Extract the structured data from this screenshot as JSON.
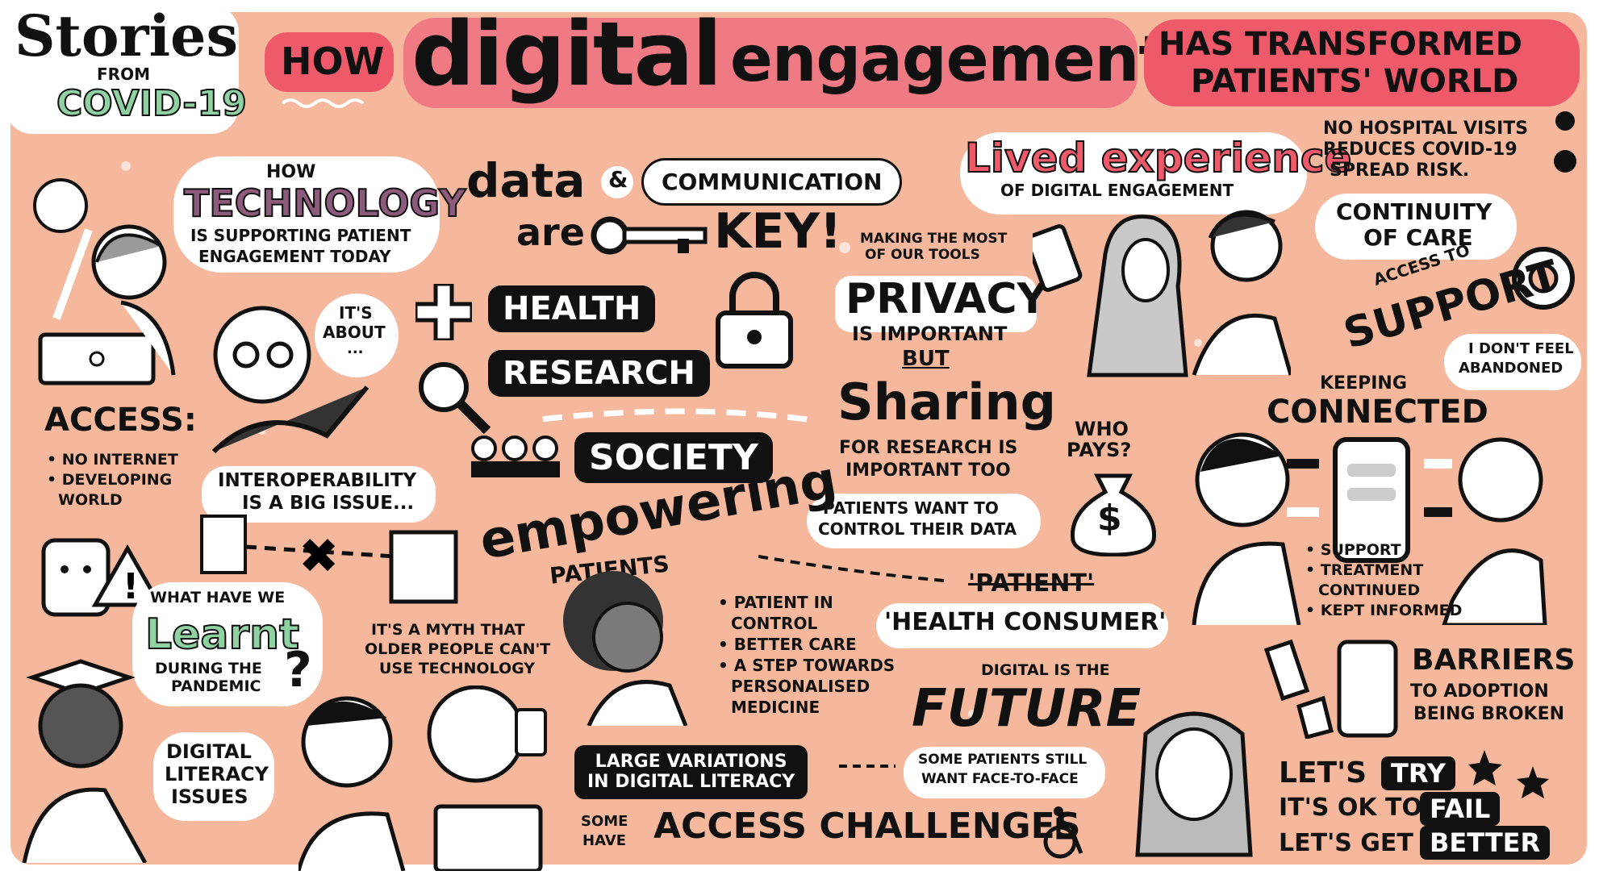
{
  "header": {
    "stories": "Stories",
    "from": "FROM",
    "covid": "COVID-19",
    "how": "HOW",
    "digital": "digital",
    "engagement": "engagement",
    "transformed_1": "HAS TRANSFORMED",
    "transformed_2": "PATIENTS' WORLD"
  },
  "technology": {
    "how": "HOW",
    "word": "TECHNOLOGY",
    "line1": "IS SUPPORTING PATIENT",
    "line2": "ENGAGEMENT TODAY"
  },
  "its_about": {
    "line1": "IT'S",
    "line2": "ABOUT",
    "line3": "..."
  },
  "data_comm": {
    "data": "data",
    "amp": "&",
    "communication": "COMMUNICATION",
    "are": "are",
    "key": "KEY!"
  },
  "pillars": {
    "health": "HEALTH",
    "research": "RESEARCH",
    "society": "SOCIETY"
  },
  "access": {
    "title": "ACCESS:",
    "items": [
      "NO INTERNET",
      "DEVELOPING",
      "WORLD"
    ]
  },
  "interoperability": {
    "line1": "INTEROPERABILITY",
    "line2": "IS A BIG ISSUE..."
  },
  "privacy": {
    "privacy": "PRIVACY",
    "important": "IS IMPORTANT",
    "but": "BUT",
    "sharing": "Sharing",
    "research1": "FOR RESEARCH IS",
    "research2": "IMPORTANT TOO",
    "control1": "PATIENTS WANT TO",
    "control2": "CONTROL THEIR DATA"
  },
  "who_pays": {
    "line1": "WHO",
    "line2": "PAYS?",
    "symbol": "$"
  },
  "lived": {
    "title": "Lived experience",
    "sub": "OF DIGITAL ENGAGEMENT",
    "tools1": "MAKING THE MOST",
    "tools2": "OF OUR TOOLS"
  },
  "hospital": {
    "line1": "NO HOSPITAL VISITS",
    "line2": "REDUCES COVID-19",
    "line3": "SPREAD RISK."
  },
  "continuity": {
    "line1": "CONTINUITY",
    "line2": "OF CARE"
  },
  "support": {
    "access_to": "ACCESS TO",
    "word": "SUPPORT"
  },
  "abandoned": {
    "line1": "I DON'T FEEL",
    "line2": "ABANDONED"
  },
  "connected": {
    "keeping": "KEEPING",
    "word": "CONNECTED",
    "items": [
      "SUPPORT",
      "TREATMENT",
      "CONTINUED",
      "KEPT INFORMED"
    ]
  },
  "empowering": {
    "word": "empowering",
    "patients": "PATIENTS",
    "items": [
      "PATIENT IN",
      "CONTROL",
      "BETTER CARE",
      "A STEP TOWARDS",
      "PERSONALISED",
      "MEDICINE"
    ]
  },
  "consumer": {
    "patient": "'PATIENT'",
    "consumer": "'HEALTH CONSUMER'"
  },
  "learnt": {
    "what": "WHAT HAVE WE",
    "word": "Learnt",
    "during": "DURING THE",
    "pandemic": "PANDEMIC",
    "q": "?"
  },
  "myth": {
    "line1": "IT'S A MYTH THAT",
    "line2": "OLDER PEOPLE CAN'T",
    "line3": "USE TECHNOLOGY"
  },
  "literacy": {
    "line1": "DIGITAL",
    "line2": "LITERACY",
    "line3": "ISSUES"
  },
  "variations": {
    "line1": "LARGE VARIATIONS",
    "line2": "IN DIGITAL LITERACY"
  },
  "future": {
    "digital_is": "DIGITAL IS THE",
    "word": "FUTURE",
    "face1": "SOME PATIENTS STILL",
    "face2": "WANT FACE-TO-FACE"
  },
  "challenges": {
    "some": "SOME",
    "have": "HAVE",
    "word": "ACCESS CHALLENGES"
  },
  "barriers": {
    "word": "BARRIERS",
    "line1": "TO ADOPTION",
    "line2": "BEING BROKEN"
  },
  "motto": {
    "lets": "LET'S",
    "try": "TRY",
    "okto": "IT'S OK TO",
    "fail": "FAIL",
    "getlets": "LET'S GET",
    "better": "BETTER"
  },
  "colors": {
    "background": "#f6b89c",
    "accent_pink": "#ee5a6a",
    "green": "#8fd1a3",
    "ink": "#111111"
  }
}
